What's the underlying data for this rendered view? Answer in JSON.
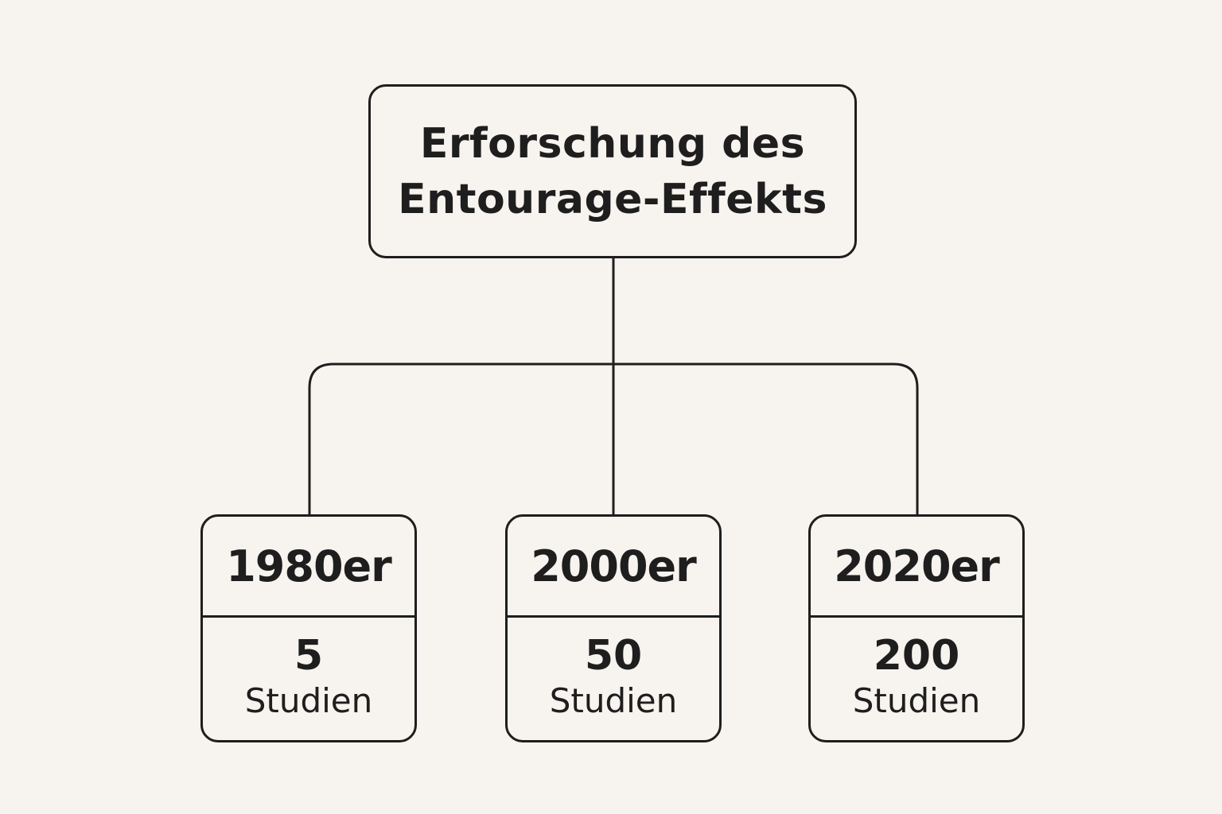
{
  "root": {
    "title_line1": "Erforschung des",
    "title_line2": "Entourage-Effekts"
  },
  "children": [
    {
      "decade": "1980er",
      "count": "5",
      "unit": "Studien"
    },
    {
      "decade": "2000er",
      "count": "50",
      "unit": "Studien"
    },
    {
      "decade": "2020er",
      "count": "200",
      "unit": "Studien"
    }
  ],
  "colors": {
    "background": "#f7f3ef",
    "stroke": "#1e1e1e"
  }
}
